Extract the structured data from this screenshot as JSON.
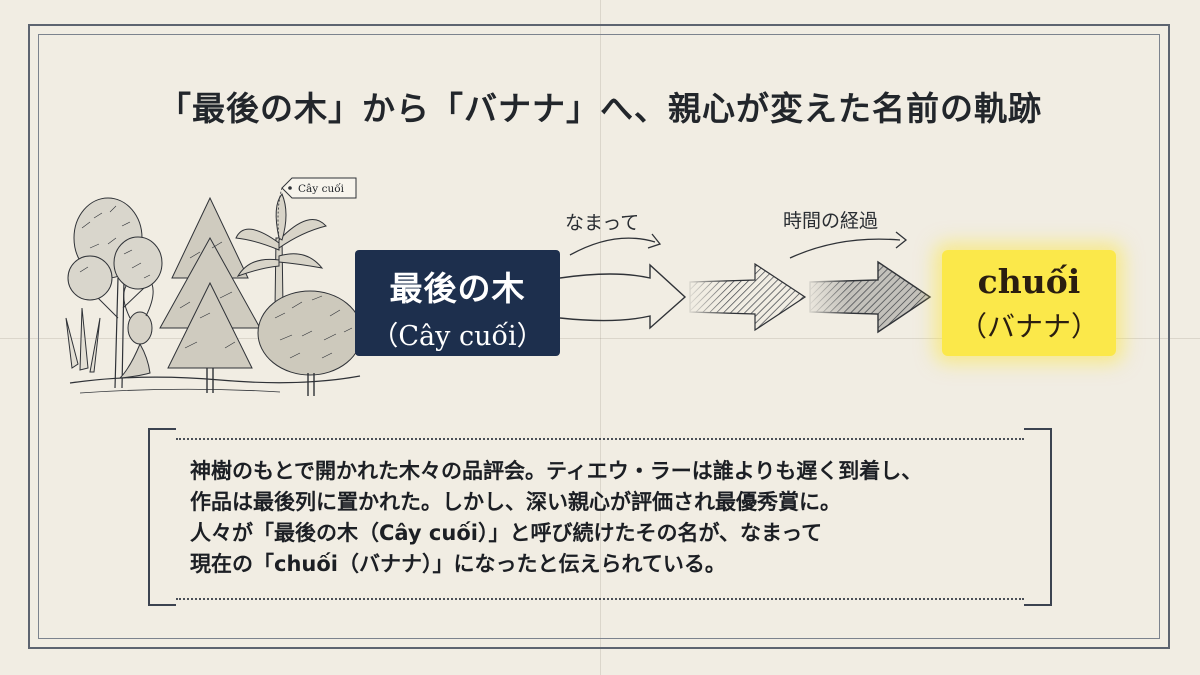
{
  "title": "「最後の木」から「バナナ」へ、親心が変えた名前の軌跡",
  "illustration": {
    "tag_label": "Cây cuối"
  },
  "from_box": {
    "line1": "最後の木",
    "line2": "（Cây cuối）"
  },
  "to_box": {
    "line1": "chuối",
    "line2": "（バナナ）"
  },
  "arrows": {
    "label_first": "なまって",
    "label_second": "時間の経過"
  },
  "story": {
    "lines": [
      "神樹のもとで開かれた木々の品評会。ティエウ・ラーは誰よりも遅く到着し、",
      "作品は最後列に置かれた。しかし、深い親心が評価され最優秀賞に。",
      "人々が「最後の木（Cây cuối）」と呼び続けたその名が、なまって",
      "現在の「chuối（バナナ）」になったと伝えられている。"
    ]
  },
  "colors": {
    "from_box_bg": "#1d2f4d",
    "to_box_bg": "#fbe84a",
    "paper": "#f1ede3",
    "ink": "#1f2328"
  }
}
